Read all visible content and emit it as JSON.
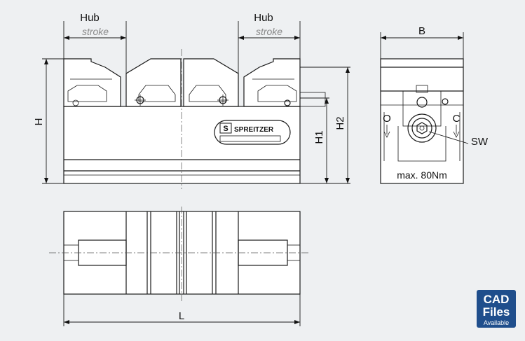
{
  "labels": {
    "hub_left": "Hub",
    "stroke_left": "stroke",
    "hub_right": "Hub",
    "stroke_right": "stroke",
    "b": "B",
    "h": "H",
    "h1": "H1",
    "h2": "H2",
    "sw": "SW",
    "l": "L",
    "open": "O",
    "close": "C",
    "torque": "max. 80Nm"
  },
  "logo": {
    "brand": "SPREITZER",
    "mark": "S"
  },
  "badge": {
    "line1": "CAD",
    "line2": "Files",
    "line3": "Available",
    "bg_color": "#1f4e8c"
  }
}
